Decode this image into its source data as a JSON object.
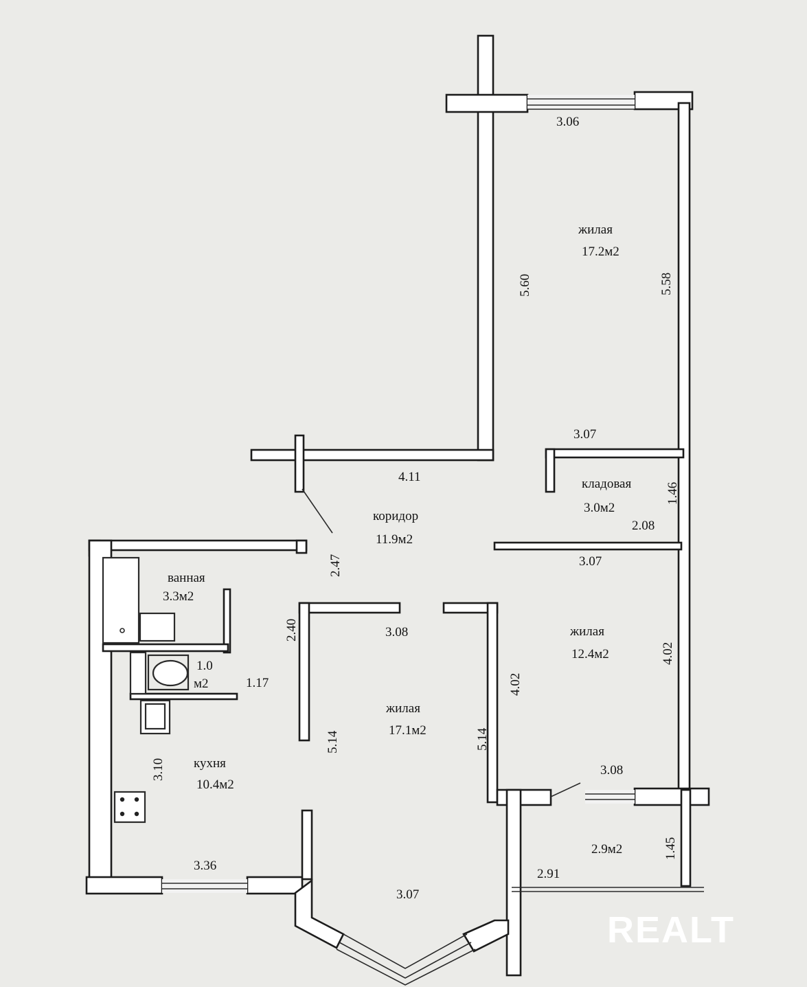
{
  "rooms": {
    "living_top": {
      "name": "жилая",
      "area": "17.2м2"
    },
    "storage": {
      "name": "кладовая",
      "area": "3.0м2"
    },
    "corridor": {
      "name": "коридор",
      "area": "11.9м2"
    },
    "bathroom": {
      "name": "ванная",
      "area": "3.3м2"
    },
    "toilet": {
      "line1": "1.0",
      "line2": "м2"
    },
    "living_right": {
      "name": "жилая",
      "area": "12.4м2"
    },
    "living_center": {
      "name": "жилая",
      "area": "17.1м2"
    },
    "kitchen": {
      "name": "кухня",
      "area": "10.4м2"
    },
    "balcony": {
      "area": "2.9м2"
    }
  },
  "dimensions": {
    "top_window": "3.06",
    "living_top_left": "5.60",
    "living_top_right": "5.58",
    "storage_top": "3.07",
    "corridor_top": "4.11",
    "storage_side": "1.46",
    "storage_bottom": "2.08",
    "corridor_door": "2.47",
    "living_right_top": "3.07",
    "center_wall_left": "2.40",
    "center_top": "3.08",
    "toilet_side": "1.17",
    "living_right_left": "4.02",
    "living_right_right": "4.02",
    "center_left": "5.14",
    "center_right": "5.14",
    "kitchen_side": "3.10",
    "right_bottom": "3.08",
    "balcony_side": "1.45",
    "kitchen_bottom": "3.36",
    "balcony_bottom": "2.91",
    "bay_bottom": "3.07"
  },
  "watermark": {
    "text": "REALT",
    "color": "#ffffff"
  },
  "colors": {
    "paper": "#e6e6e3",
    "wall": "#1c1c1c"
  }
}
